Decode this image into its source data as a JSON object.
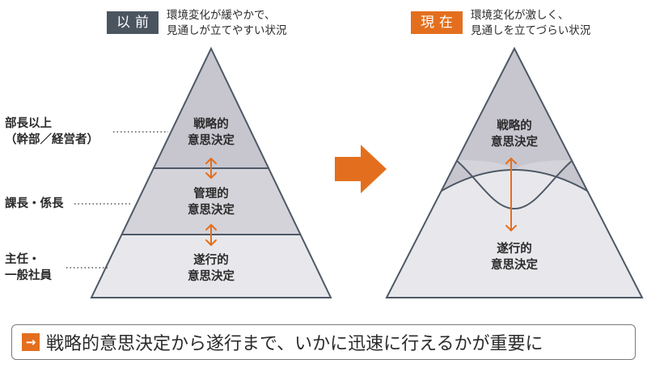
{
  "colors": {
    "orange": "#e36f1e",
    "dark_tag": "#4a5560",
    "tier_top": "#c7c6cf",
    "tier_mid": "#d4d3d9",
    "tier_bottom": "#e8e8ec",
    "outline": "#4e5966"
  },
  "before": {
    "tag": "以前",
    "desc_line1": "環境変化が緩やかで、",
    "desc_line2": "見通しが立てやすい状況",
    "levels": {
      "strategic_line1": "戦略的",
      "strategic_line2": "意思決定",
      "management_line1": "管理的",
      "management_line2": "意思決定",
      "execution_line1": "遂行的",
      "execution_line2": "意思決定"
    }
  },
  "roles": {
    "top_line1": "部長以上",
    "top_line2": "（幹部／経営者）",
    "middle": "課長・係長",
    "bottom_line1": "主任・",
    "bottom_line2": "一般社員"
  },
  "after": {
    "tag": "現在",
    "desc_line1": "環境変化が激しく、",
    "desc_line2": "見通しを立てづらい状況",
    "levels": {
      "strategic_line1": "戦略的",
      "strategic_line2": "意思決定",
      "execution_line1": "遂行的",
      "execution_line2": "意思決定"
    }
  },
  "conclusion": {
    "icon": "arrow-right-icon",
    "text": "戦略的意思決定から遂行まで、いかに迅速に行えるかが重要に"
  }
}
